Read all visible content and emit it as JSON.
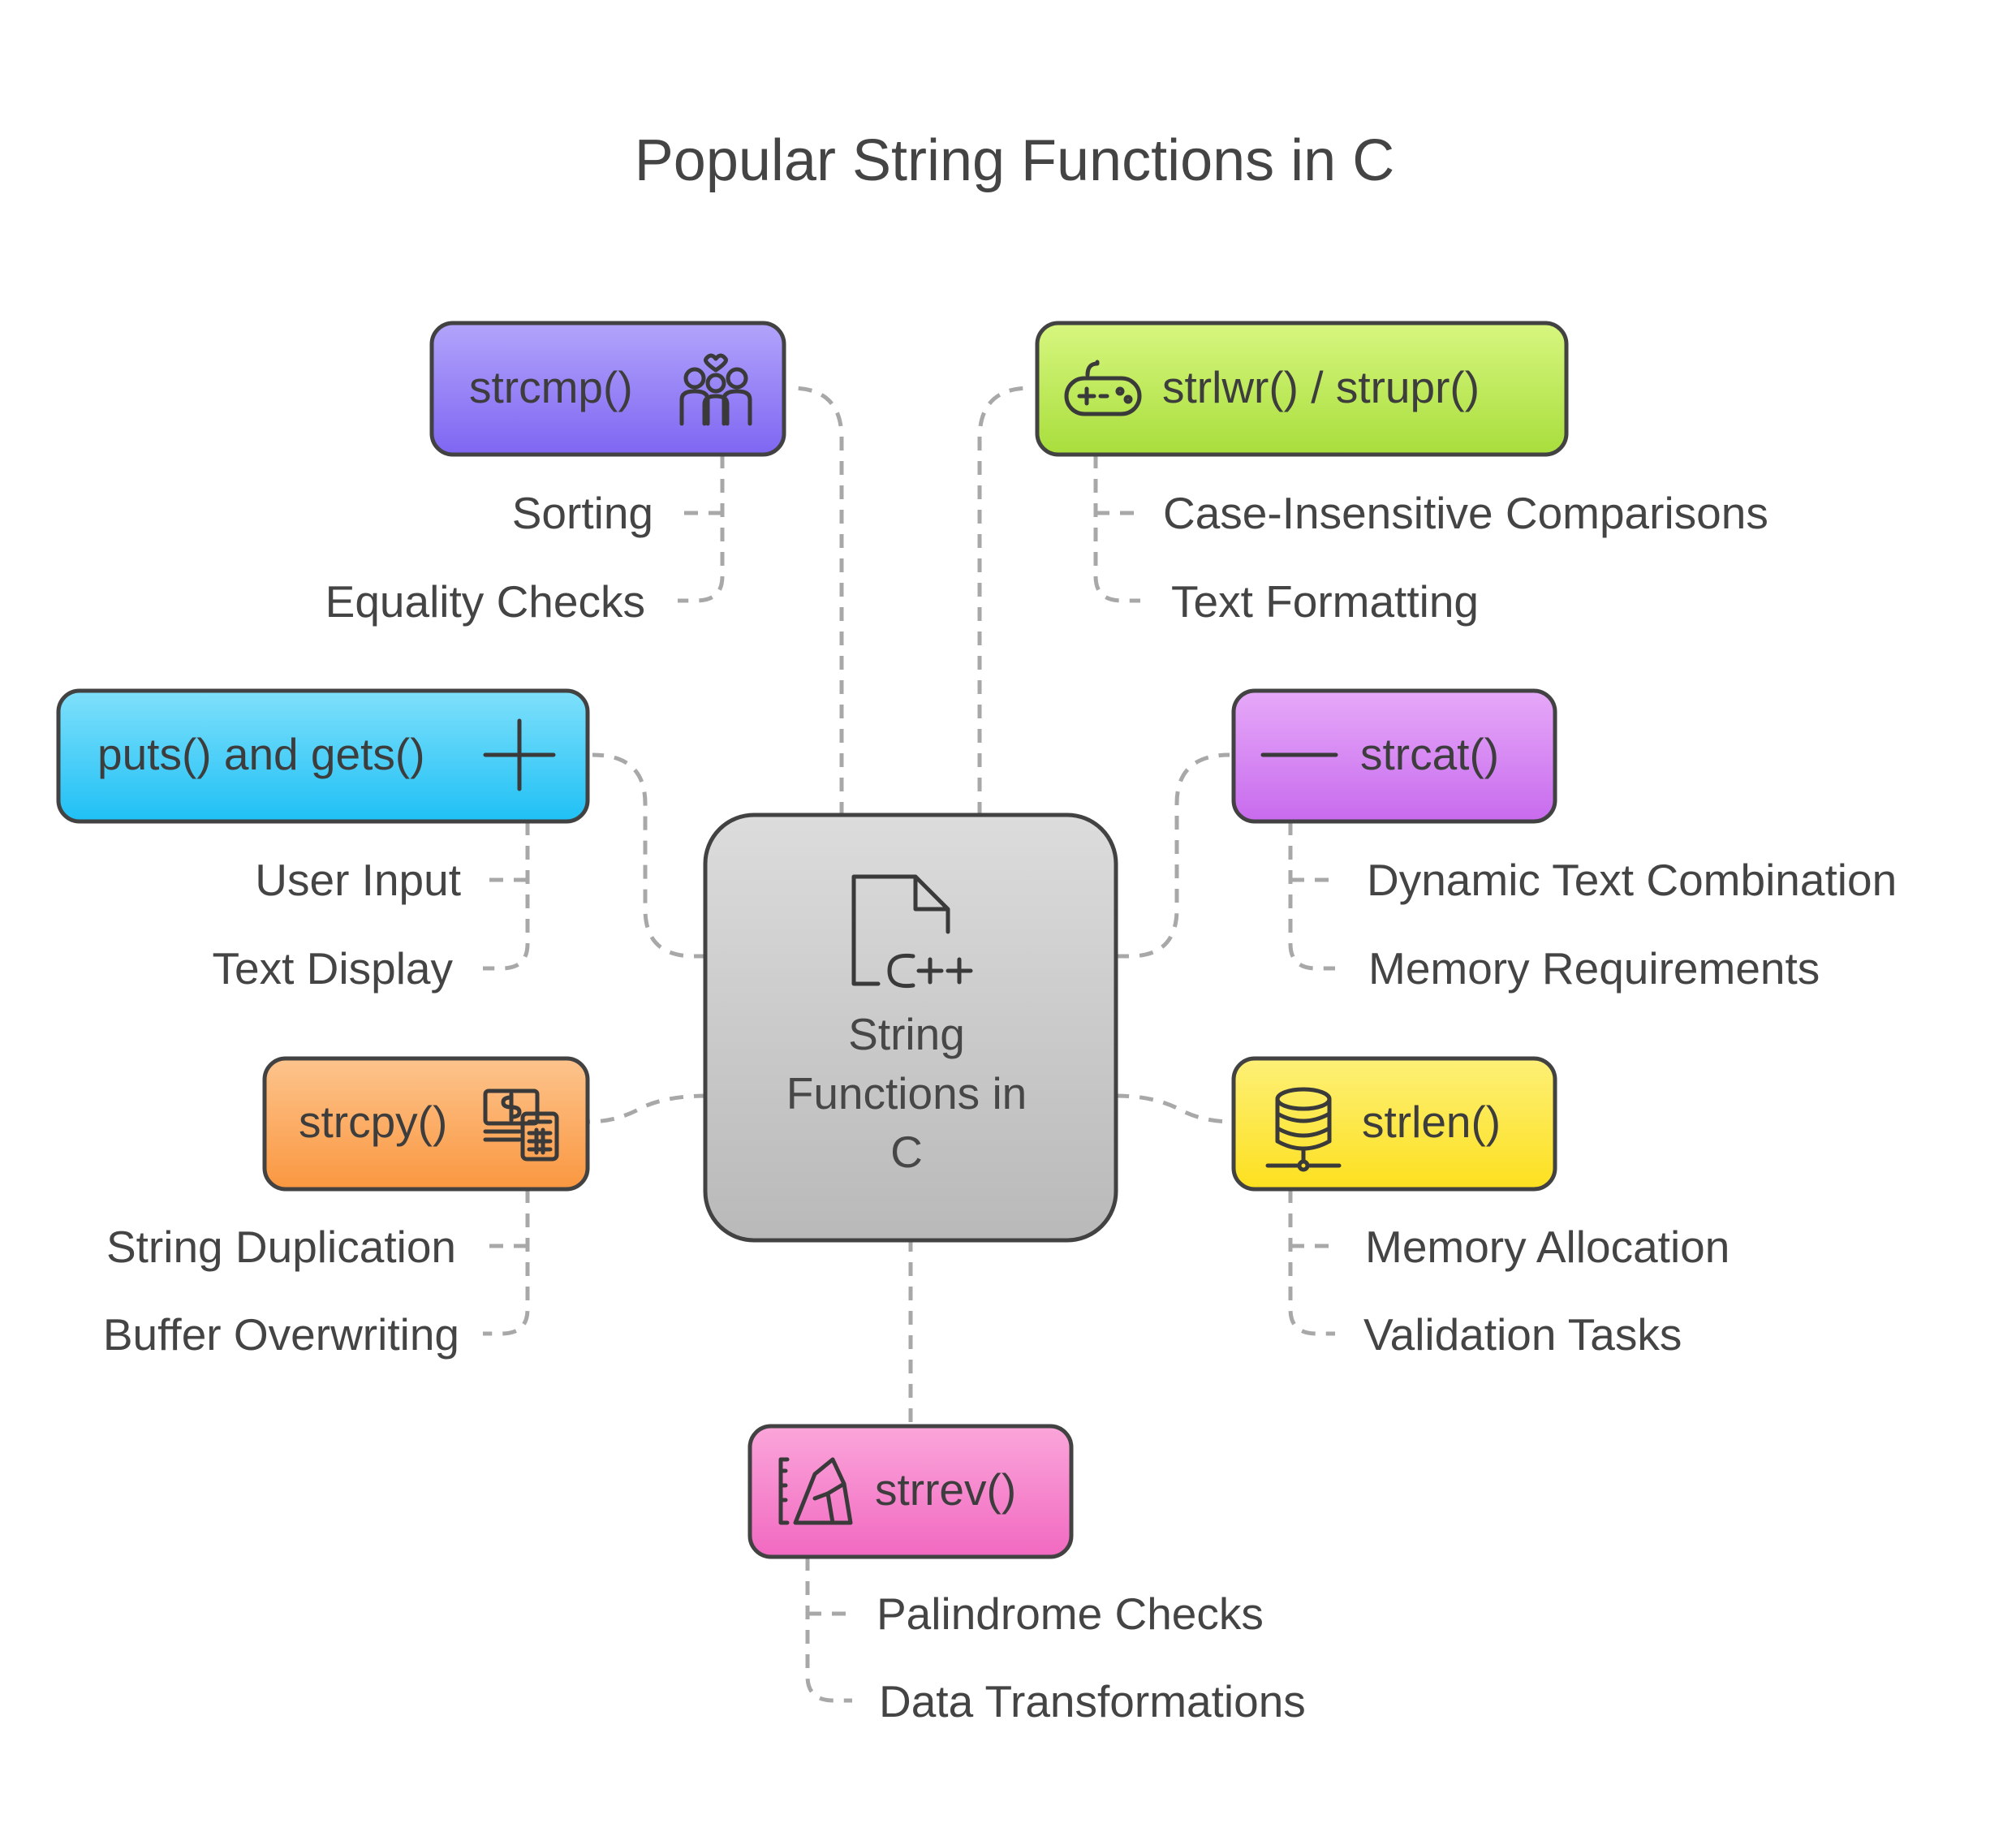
{
  "title": "Popular String Functions in C",
  "center": {
    "lines": [
      "String",
      "Functions in",
      "C"
    ],
    "icon": "cpp-file-icon"
  },
  "nodes": [
    {
      "id": "strcmp",
      "label": "strcmp()",
      "icon": "family-icon",
      "color": "#8b74f4",
      "items": [
        "Sorting",
        "Equality Checks"
      ]
    },
    {
      "id": "strlwr",
      "label": "strlwr() / strupr()",
      "icon": "gamepad-icon",
      "color": "#b4e550",
      "items": [
        "Case-Insensitive Comparisons",
        "Text Formatting"
      ]
    },
    {
      "id": "puts",
      "label": "puts() and gets()",
      "icon": "plus-icon",
      "color": "#30c6f6",
      "items": [
        "User Input",
        "Text Display"
      ]
    },
    {
      "id": "strcat",
      "label": "strcat()",
      "icon": "minus-icon",
      "color": "#d17df0",
      "items": [
        "Dynamic Text Combination",
        "Memory Requirements"
      ]
    },
    {
      "id": "strcpy",
      "label": "strcpy()",
      "icon": "money-calculator-icon",
      "color": "#fba450",
      "items": [
        "String Duplication",
        "Buffer Overwriting"
      ]
    },
    {
      "id": "strlen",
      "label": "strlen()",
      "icon": "database-icon",
      "color": "#fce22f",
      "items": [
        "Memory Allocation",
        "Validation Tasks"
      ]
    },
    {
      "id": "strrev",
      "label": "strrev()",
      "icon": "crystal-icon",
      "color": "#f47ac8",
      "items": [
        "Palindrome Checks",
        "Data Transformations"
      ]
    }
  ]
}
